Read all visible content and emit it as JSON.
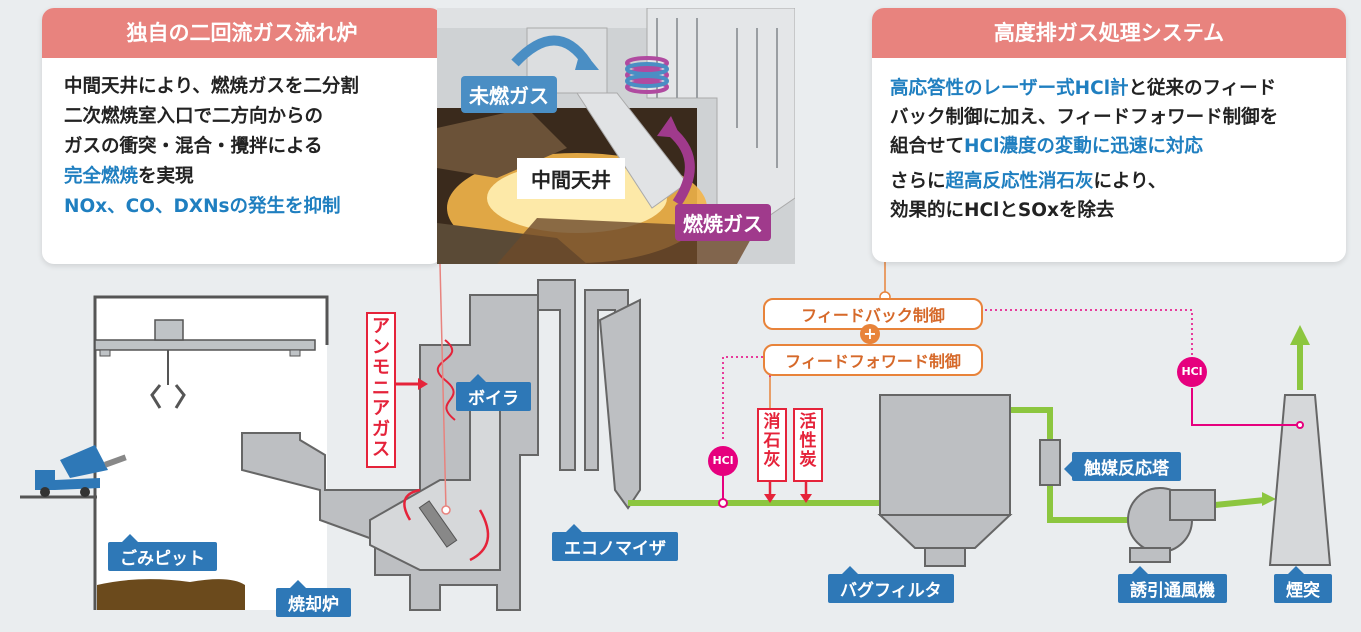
{
  "left_card": {
    "title": "独自の二回流ガス流れ炉",
    "lines": [
      "中間天井により、燃焼ガスを二分割",
      "二次燃焼室入口で二方向からの",
      "ガスの衝突・混合・攪拌による",
      "完全燃焼を実現",
      "NOx、CO、DXNsの発生を抑制"
    ],
    "line4_blue": "完全燃焼",
    "line4_rest": "を実現"
  },
  "right_card": {
    "title": "高度排ガス処理システム",
    "line1_blue": "高応答性のレーザー式HCl計",
    "line1_rest": "と従来のフィード",
    "line2": "バック制御に加え、フィードフォワード制御を",
    "line3_pre": "組合せて",
    "line3_blue": "HCl濃度の変動に迅速に対応",
    "line4_pre": "さらに",
    "line4_blue": "超高反応性消石灰",
    "line4_rest": "により、",
    "line5": "効果的にHClとSOxを除去"
  },
  "photo": {
    "unburned_gas": "未燃ガス",
    "middle_ceiling": "中間天井",
    "combustion_gas": "燃焼ガス"
  },
  "diagram": {
    "ammonia_gas": "アンモニアガス",
    "boiler": "ボイラ",
    "economizer": "エコノマイザ",
    "refuse_pit": "ごみピット",
    "incinerator": "焼却炉",
    "bag_filter": "バグフィルタ",
    "catalyst_tower": "触媒反応塔",
    "induced_fan": "誘引通風機",
    "chimney": "煙突",
    "slaked_lime": "消石灰",
    "activated_carbon": "活性炭",
    "feedback_control": "フィードバック制御",
    "feedforward_control": "フィードフォワード制御",
    "plus": "+",
    "hcl": "HCl"
  },
  "colors": {
    "card_header": "#e8837e",
    "label_blue": "#2e78b7",
    "flue_green": "#8cc63f",
    "signal_magenta": "#e6007e",
    "control_orange": "#e8833a",
    "ammonia_red": "#e5233a"
  }
}
